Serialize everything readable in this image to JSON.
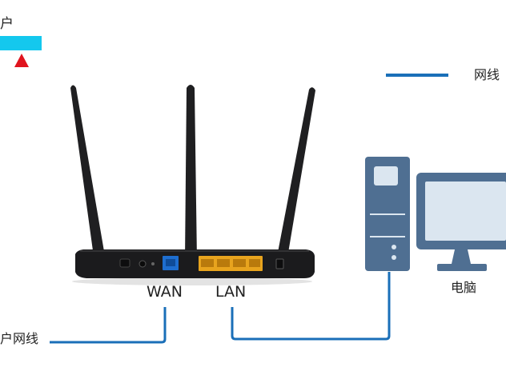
{
  "labels": {
    "top_left_fragment": "户",
    "legend_cable": "网线",
    "wan": "WAN",
    "lan": "LAN",
    "computer": "电脑",
    "bottom_left_fragment": "户网线"
  },
  "colors": {
    "cable": "#1a6fb8",
    "cyan_bar": "#14c8ee",
    "warning_red": "#e0141e",
    "router_body": "#1b1b1d",
    "wan_port": "#1e6ecf",
    "lan_ports": "#e8a41e",
    "computer": "#4f6f92"
  },
  "icons": [
    "router-icon",
    "computer-tower-icon",
    "monitor-icon",
    "warning-triangle-icon"
  ]
}
